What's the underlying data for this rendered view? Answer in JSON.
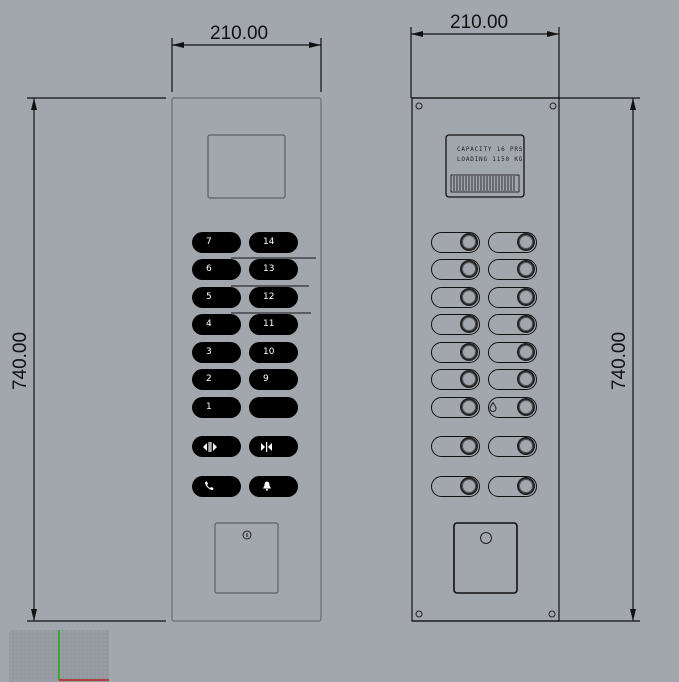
{
  "dimensions": {
    "front_width": "210.00",
    "front_height": "740.00",
    "back_width": "210.00",
    "back_height": "740.00"
  },
  "front_panel": {
    "buttons_left": [
      "7",
      "6",
      "5",
      "4",
      "3",
      "2",
      "1"
    ],
    "buttons_right": [
      "14",
      "13",
      "12",
      "11",
      "10",
      "9",
      ""
    ],
    "door_buttons": [
      "door-open-icon",
      "door-close-icon"
    ],
    "call_buttons": [
      "phone-icon",
      "bell-icon"
    ],
    "keyswitch_icon": "key-lock-icon"
  },
  "back_panel": {
    "capacity_label_line1": "CAPACITY 16 PRS",
    "capacity_label_line2": "LOADING 1150 KG",
    "button_rows": 9,
    "special_icon": "water-drop-icon"
  },
  "colors": {
    "background": "#a2a7ae",
    "line": "#111111",
    "panel_outline": "#6b6e73",
    "button_fill": "#000000",
    "axis_green": "#3da63d",
    "axis_red": "#b04040"
  }
}
